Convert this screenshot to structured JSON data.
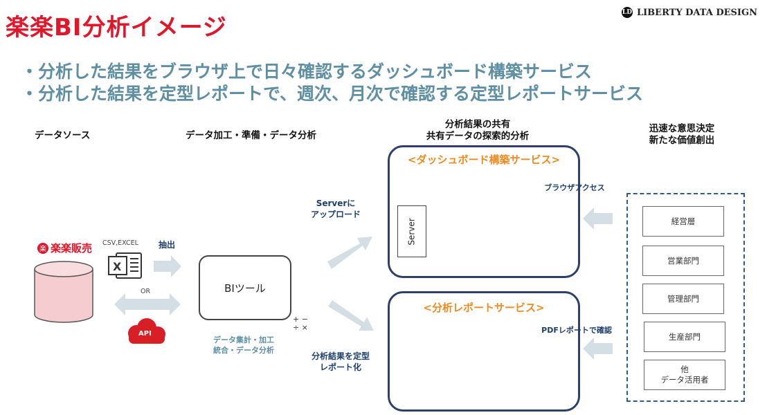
{
  "title": "楽楽BI分析イメージ",
  "brand": {
    "logo_text": "LD",
    "name": "LIBERTY DATA DESIGN"
  },
  "bullets": [
    "・分析した結果をブラウザ上で日々確認するダッシュボード構築サービス",
    "・分析した結果を定型レポートで、週次、月次で確認する定型レポートサービス"
  ],
  "headers": {
    "data_source": "データソース",
    "processing": "データ加工・準備・データ分析",
    "share_line1": "分析結果の共有",
    "share_line2": "共有データの探索的分析",
    "decision_line1": "迅速な意思決定",
    "decision_line2": "新たな価値創出"
  },
  "source": {
    "rakuraku_logo": "楽",
    "rakuraku_label": "楽楽販売",
    "csv_label": "CSV,EXCEL",
    "extract_label": "抽出",
    "or_label": "OR",
    "api_label": "API"
  },
  "bi_tool": {
    "label": "BIツール",
    "ops": "+ −\n÷ ×",
    "caption_line1": "データ集計・加工",
    "caption_line2": "統合・データ分析"
  },
  "upload": {
    "line1": "Serverに",
    "line2": "アップロード"
  },
  "report_flow": {
    "line1": "分析結果を定型",
    "line2": "レポート化"
  },
  "dashboard_panel": {
    "title": "<ダッシュボード構築サービス>",
    "server_label": "Server",
    "browser_access": "ブラウザアクセス"
  },
  "report_panel": {
    "title": "<分析レポートサービス>",
    "pdf_confirm": "PDFレポートで確認"
  },
  "stakeholders": [
    {
      "label": "経営層"
    },
    {
      "label": "営業部門"
    },
    {
      "label": "管理部門"
    },
    {
      "label": "生産部門"
    },
    {
      "label_line1": "他",
      "label_line2": "データ活用者"
    }
  ],
  "colors": {
    "title_red": "#e0162b",
    "bullet_teal": "#5e8fa3",
    "panel_border": "#2f3f6b",
    "panel_title_orange": "#f08a1f",
    "arrow_gray": "#d3dfe4",
    "api_red": "#d81f26",
    "db_pink": "#f5cdd0"
  }
}
